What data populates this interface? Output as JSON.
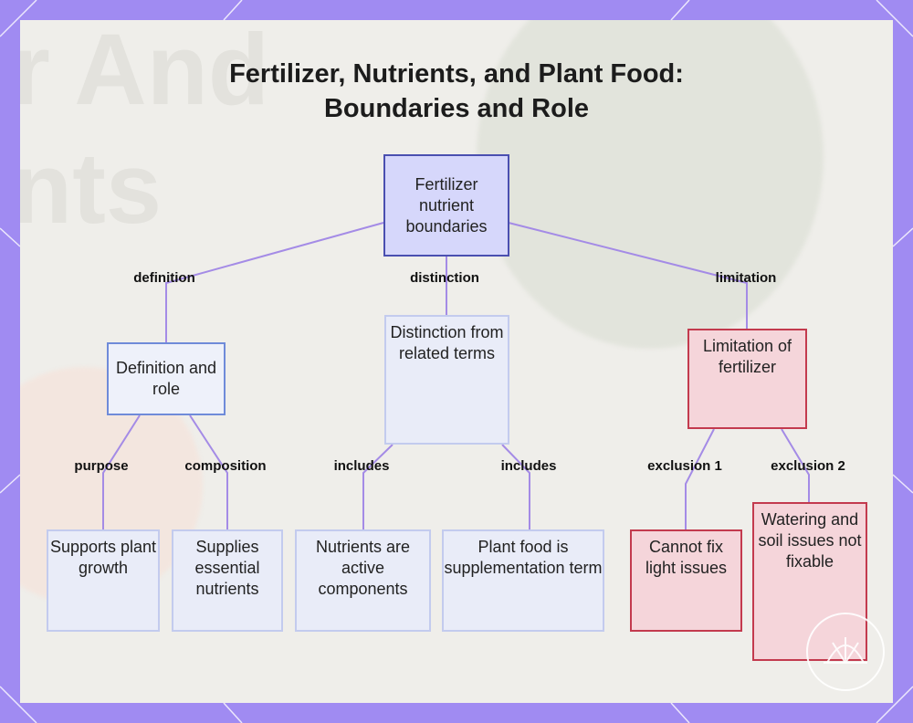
{
  "title": "Fertilizer, Nutrients, and Plant Food: Boundaries and Role",
  "background_text": [
    "r And",
    "nts"
  ],
  "nodes": {
    "root": "Fertilizer nutrient boundaries",
    "definition": "Definition and role",
    "distinction": "Distinction from related terms",
    "limitation": "Limitation of fertilizer",
    "supports": "Supports plant growth",
    "supplies": "Supplies essential nutrients",
    "nutrients_active": "Nutrients are active components",
    "plant_food": "Plant food is supplementation term",
    "cannot_fix": "Cannot fix light issues",
    "watering": "Watering and soil issues not fixable"
  },
  "edge_labels": {
    "definition": "definition",
    "distinction": "distinction",
    "limitation": "limitation",
    "purpose": "purpose",
    "composition": "composition",
    "includes_1": "includes",
    "includes_2": "includes",
    "exclusion_1": "exclusion 1",
    "exclusion_2": "exclusion 2"
  },
  "colors": {
    "frame": "#a08bf2",
    "edge": "#a48be6",
    "root_border": "#4a4fb0",
    "blue_border": "#6f8bd9",
    "red_border": "#c33a4e"
  }
}
